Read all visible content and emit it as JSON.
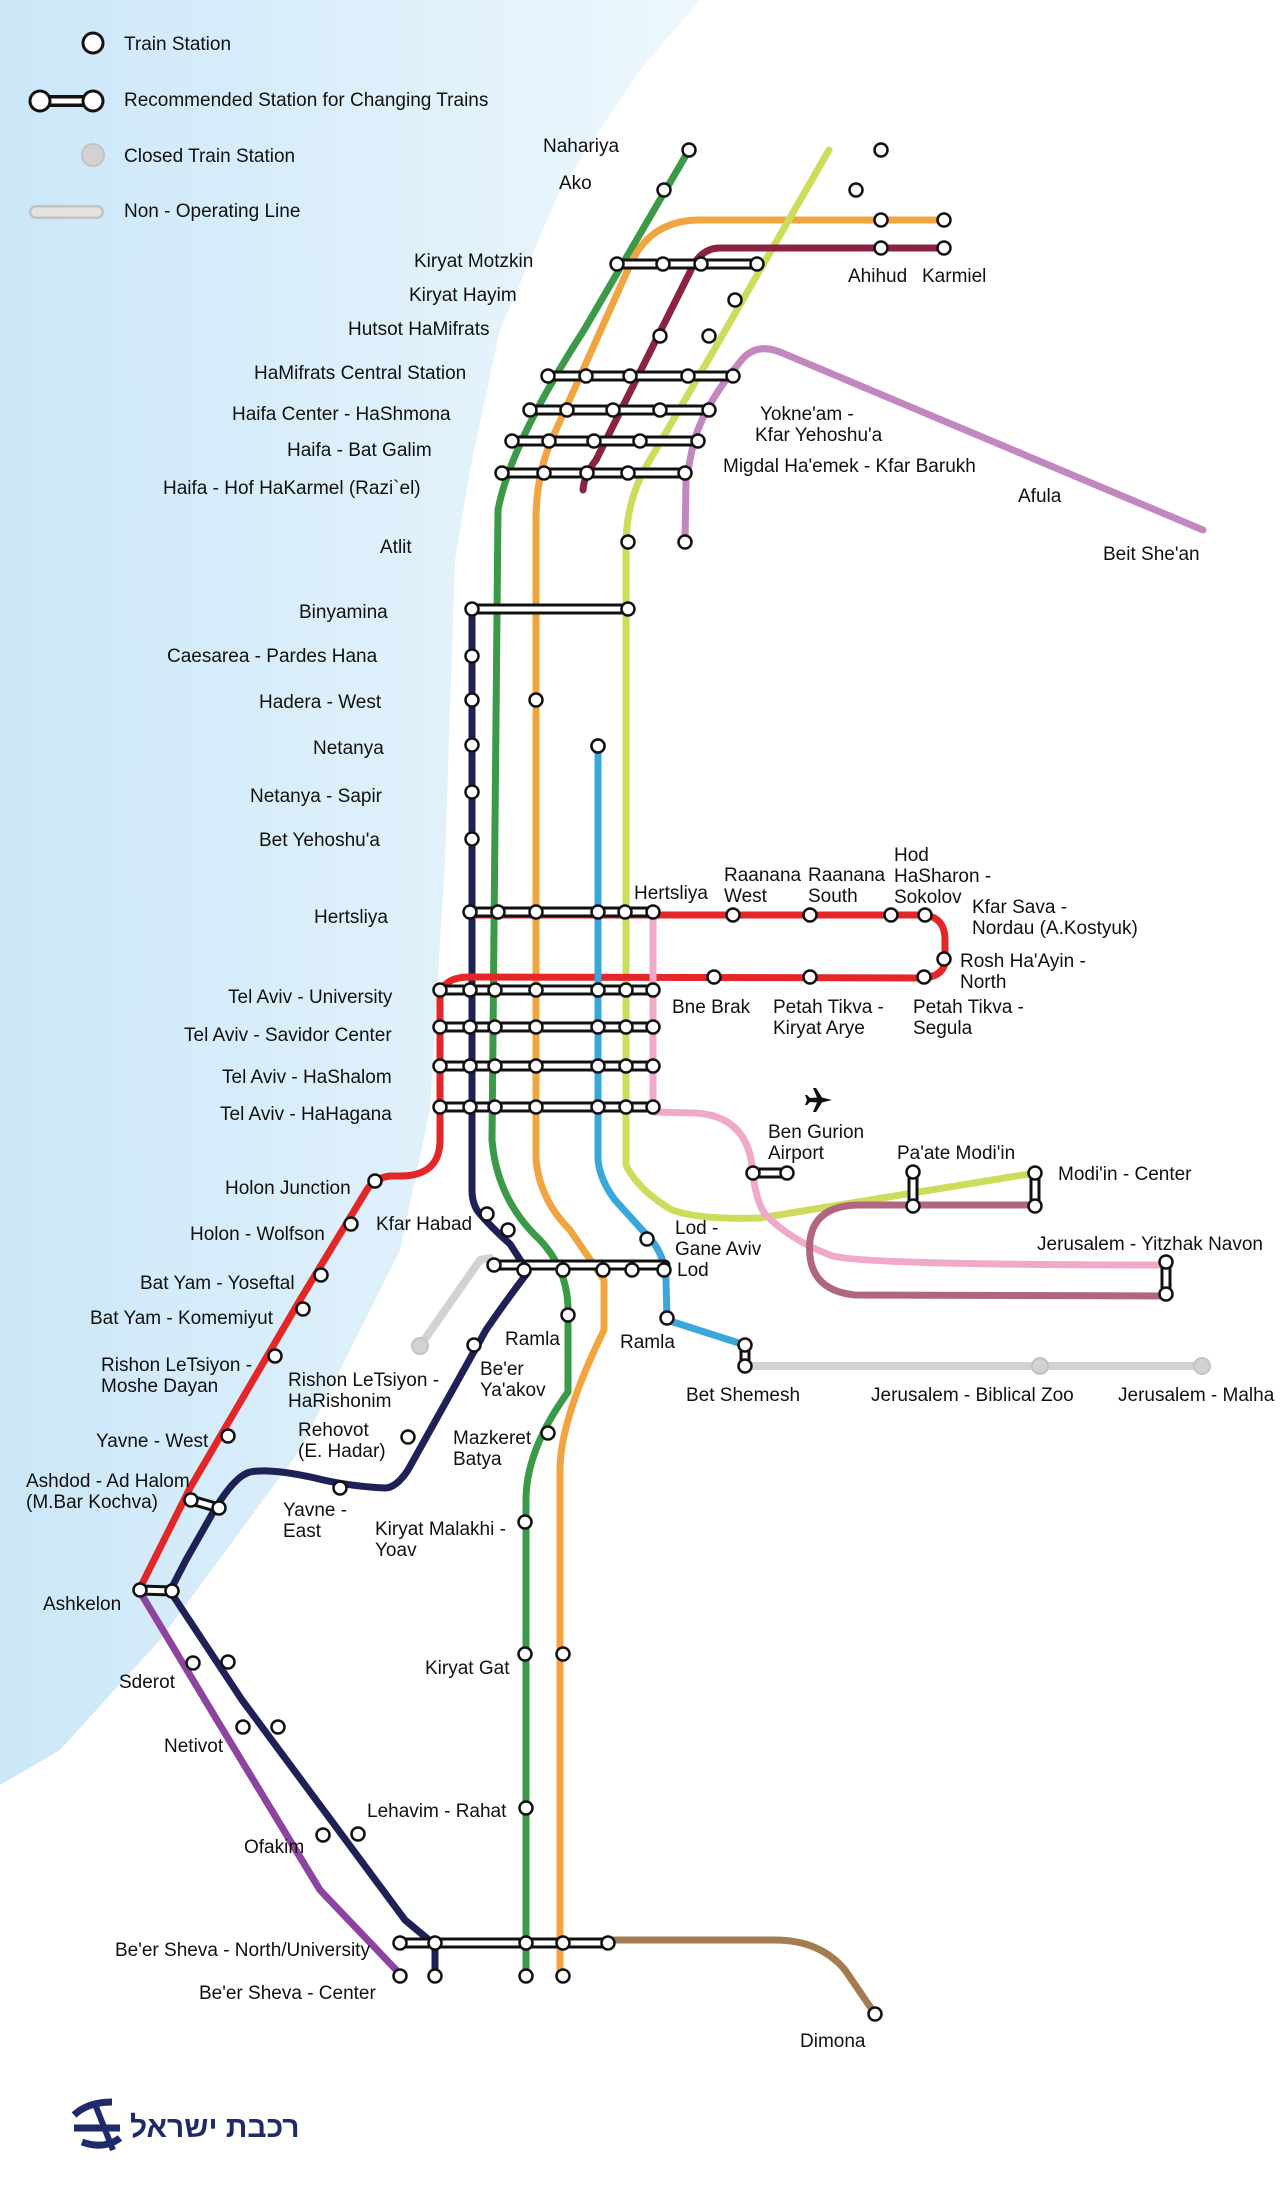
{
  "legend": {
    "station": "Train Station",
    "interchange": "Recommended Station for Changing Trains",
    "closed": "Closed Train Station",
    "non_operating": "Non - Operating Line"
  },
  "colors": {
    "sea": "#d4ecf9",
    "green": "#3a9a48",
    "orange": "#f0a541",
    "lime": "#cddc5a",
    "maroon": "#8b2340",
    "lilac": "#c387c0",
    "navy": "#1f2056",
    "red": "#e42628",
    "blue": "#3aa7db",
    "pink": "#f0a9c9",
    "mauve": "#b0667f",
    "grey": "#d2d2d2",
    "purple": "#8d44a1",
    "brown": "#a57c4f"
  },
  "stations": {
    "nahariya": "Nahariya",
    "ako": "Ako",
    "kiryat_motzkin": "Kiryat Motzkin",
    "kiryat_hayim": "Kiryat Hayim",
    "hutsot": "Hutsot HaMifrats",
    "hamifrats_central": "HaMifrats Central Station",
    "haifa_center": "Haifa Center - HaShmona",
    "bat_galim": "Haifa - Bat Galim",
    "hof_hakarmel": "Haifa - Hof HaKarmel (Razi`el)",
    "atlit": "Atlit",
    "binyamina": "Binyamina",
    "caesarea": "Caesarea - Pardes Hana",
    "hadera": "Hadera - West",
    "netanya": "Netanya",
    "netanya_sapir": "Netanya - Sapir",
    "bet_yehoshua": "Bet Yehoshu'a",
    "hertsliya_w": "Hertsliya",
    "hertsliya_e": "Hertsliya",
    "ta_university": "Tel Aviv - University",
    "ta_savidor": "Tel Aviv - Savidor Center",
    "ta_hashalom": "Tel Aviv - HaShalom",
    "ta_hahagana": "Tel Aviv - HaHagana",
    "holon_junction": "Holon Junction",
    "holon_wolfson": "Holon - Wolfson",
    "bat_yam_yoseftal": "Bat Yam - Yoseftal",
    "bat_yam_komemiyut": "Bat Yam - Komemiyut",
    "rishon_moshe_1": "Rishon LeTsiyon -",
    "rishon_moshe_2": "Moshe Dayan",
    "yavne_west": "Yavne - West",
    "ashdod_1": "Ashdod - Ad Halom",
    "ashdod_2": "(M.Bar Kochva)",
    "ashkelon": "Ashkelon",
    "sderot": "Sderot",
    "netivot": "Netivot",
    "ofakim": "Ofakim",
    "beer_sheva_north": "Be'er Sheva - North/University",
    "beer_sheva_center": "Be'er Sheva - Center",
    "dimona": "Dimona",
    "kfar_habad": "Kfar Habad",
    "ramla_1": "Ramla",
    "beer_yaakov_1": "Be'er",
    "beer_yaakov_2": "Ya'akov",
    "rishon_harishonim_1": "Rishon LeTsiyon -",
    "rishon_harishonim_2": "HaRishonim",
    "rehovot_1": "Rehovot",
    "rehovot_2": "(E. Hadar)",
    "mazkeret_1": "Mazkeret",
    "mazkeret_2": "Batya",
    "yavne_east_1": "Yavne -",
    "yavne_east_2": "East",
    "kiryat_malakhi_1": "Kiryat Malakhi -",
    "kiryat_malakhi_2": "Yoav",
    "kiryat_gat": "Kiryat Gat",
    "lehavim": "Lehavim - Rahat",
    "lod_gane_aviv_1": "Lod -",
    "lod_gane_aviv_2": "Gane Aviv",
    "lod": "Lod",
    "ramla_2": "Ramla",
    "bet_shemesh": "Bet Shemesh",
    "biblical_zoo": "Jerusalem - Biblical Zoo",
    "malha": "Jerusalem - Malha",
    "ben_gurion_1": "Ben Gurion",
    "ben_gurion_2": "Airport",
    "paate_modiin": "Pa'ate Modi'in",
    "modiin_center": "Modi'in - Center",
    "yitzhak_navon": "Jerusalem - Yitzhak Navon",
    "raanana_west_1": "Raanana",
    "raanana_west_2": "West",
    "raanana_south_1": "Raanana",
    "raanana_south_2": "South",
    "hod_1": "Hod",
    "hod_2": "HaSharon -",
    "hod_3": "Sokolov",
    "kfar_sava_1": "Kfar Sava -",
    "kfar_sava_2": "Nordau (A.Kostyuk)",
    "rosh_haayin_1": "Rosh Ha'Ayin -",
    "rosh_haayin_2": "North",
    "bne_brak": "Bne Brak",
    "pt_kiryat_arye_1": "Petah Tikva -",
    "pt_kiryat_arye_2": "Kiryat Arye",
    "pt_segula_1": "Petah Tikva -",
    "pt_segula_2": "Segula",
    "ahihud": "Ahihud",
    "karmiel": "Karmiel",
    "yokneam_1": "Yokne'am -",
    "yokneam_2": "Kfar Yehoshu'a",
    "migdal_haemek": "Migdal Ha'emek - Kfar Barukh",
    "afula": "Afula",
    "beit_shean": "Beit She'an"
  },
  "logo": {
    "text": "רכבת ישראל"
  }
}
